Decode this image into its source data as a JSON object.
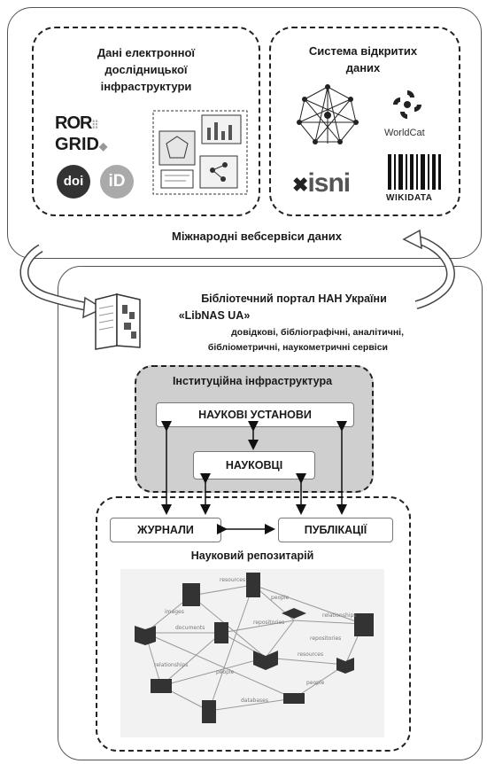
{
  "top": {
    "left_panel": {
      "title": "Дані електронної дослідницької інфраструктури",
      "logos": {
        "ror": "ROR",
        "grid": "GRID",
        "doi": "doi",
        "orcid": "iD"
      }
    },
    "right_panel": {
      "title": "Система відкритих даних",
      "logos": {
        "worldcat": "WorldCat",
        "isni": "isni",
        "wikidata": "WIKIDATA"
      }
    },
    "caption": "Міжнародні вебсервіси даних"
  },
  "portal": {
    "title_line1": "Бібліотечний портал НАН України",
    "title_line2": "«LibNAS UA»",
    "subtitle_line1": "довідкові, бібліографічні, аналітичні,",
    "subtitle_line2": "бібліометричні, наукометричні сервіси"
  },
  "institutional": {
    "title": "Інституційна інфраструктура",
    "institutions": "НАУКОВІ УСТАНОВИ",
    "scientists": "НАУКОВЦІ"
  },
  "repository": {
    "journals": "ЖУРНАЛИ",
    "publications": "ПУБЛІКАЦІЇ",
    "title": "Науковий репозитарій",
    "graph_labels": [
      "resources",
      "images",
      "people",
      "documents",
      "repositories",
      "relationships",
      "people",
      "resources",
      "people",
      "databases",
      "relationships",
      "repositories"
    ]
  },
  "colors": {
    "inst_fill": "#cfcfcf",
    "border": "#222222",
    "graph_bg": "#f2f2f2"
  }
}
